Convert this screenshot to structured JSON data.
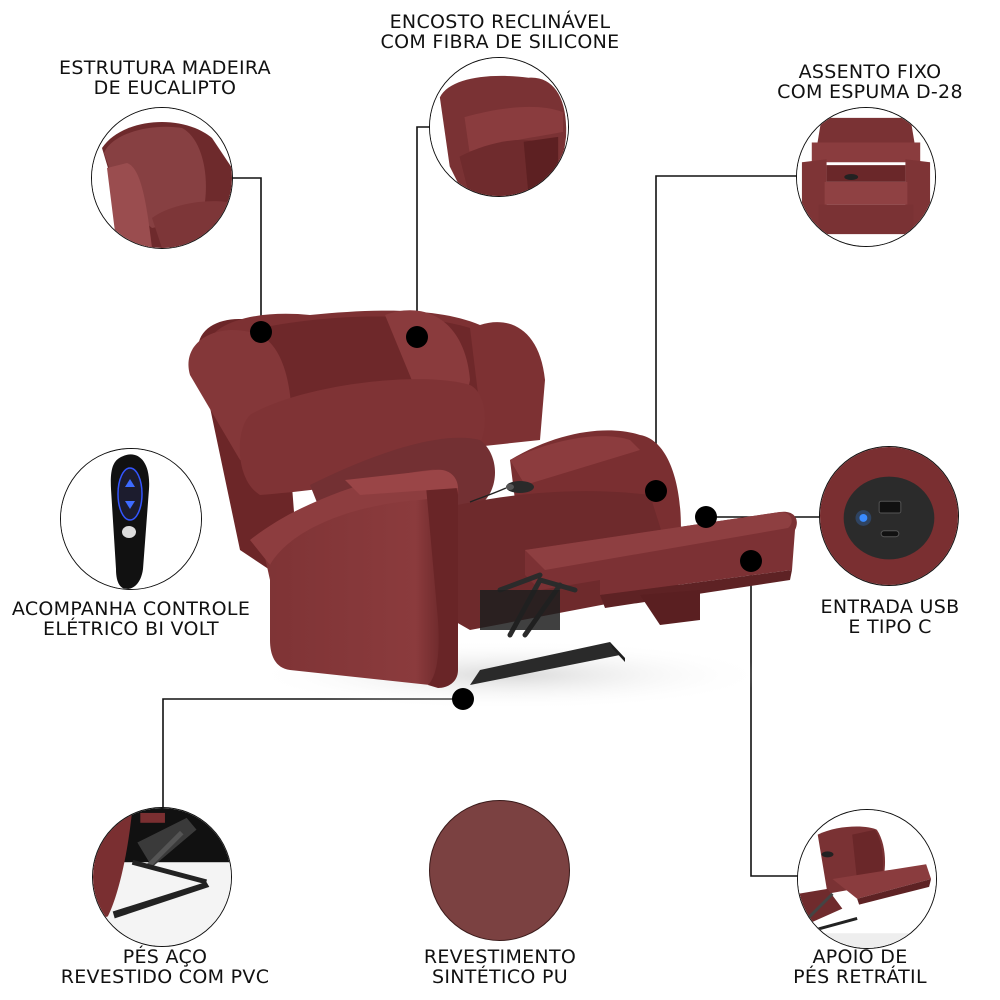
{
  "colors": {
    "upholstery": "#7a2f31",
    "upholstery_dark": "#5c1f22",
    "upholstery_light": "#8e3d3f",
    "swatch": "#7b4141",
    "line": "#111111",
    "usb_led": "#3a8bff",
    "remote_led": "#3d6bff"
  },
  "product": {
    "name": "Recliner armchair",
    "image": "reclining-armchair-burgundy-extended-footrest"
  },
  "features": [
    {
      "id": "estrutura",
      "line1": "Estrutura Madeira",
      "line2": "de Eucalipto",
      "icon": "armrest-closeup"
    },
    {
      "id": "encosto",
      "line1": "Encosto Reclinável",
      "line2": "com Fibra de Silicone",
      "icon": "backrest-closeup"
    },
    {
      "id": "assento",
      "line1": "Assento Fixo",
      "line2": "com Espuma D-28",
      "icon": "seat-front-view"
    },
    {
      "id": "controle",
      "line1": "Acompanha Controle",
      "line2": "Elétrico Bi Volt",
      "icon": "remote-control"
    },
    {
      "id": "usb",
      "line1": "Entrada USB",
      "line2": "e Tipo C",
      "icon": "usb-port"
    },
    {
      "id": "pes",
      "line1": "Pés Aço",
      "line2": "Revestido com PVC",
      "icon": "steel-feet"
    },
    {
      "id": "revestimento",
      "line1": "Revestimento",
      "line2": "Sintético PU",
      "icon": "color-swatch"
    },
    {
      "id": "apoio",
      "line1": "Apoio de",
      "line2": "Pés Retrátil",
      "icon": "retractable-footrest"
    }
  ]
}
